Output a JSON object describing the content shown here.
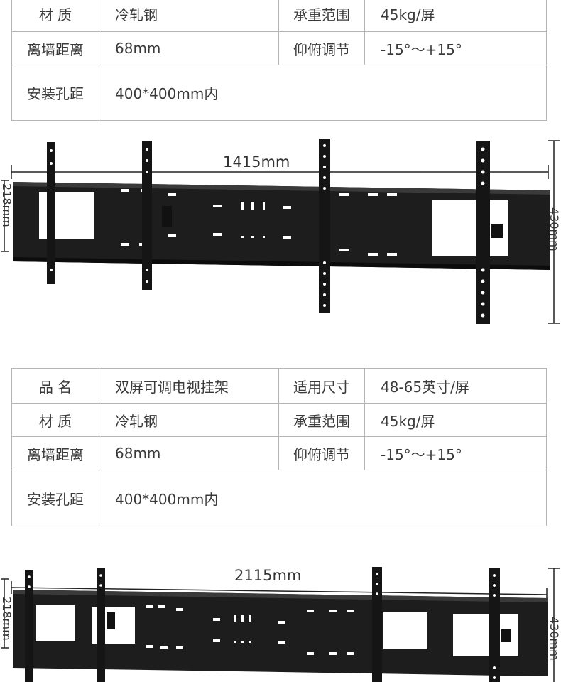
{
  "spec1": {
    "rows": [
      {
        "l1": "材 质",
        "v1": "冷轧钢",
        "l2": "承重范围",
        "v2": "45kg/屏"
      },
      {
        "l1": "离墙距离",
        "v1": "68mm",
        "l2": "仰俯调节",
        "v2": "-15°～+15°"
      }
    ],
    "install_label": "安装孔距",
    "install_value": "400*400mm内"
  },
  "diagram1": {
    "width_label": "1415mm",
    "height_left": "218mm",
    "height_right": "430mm"
  },
  "spec2": {
    "rows": [
      {
        "l1": "品 名",
        "v1": "双屏可调电视挂架",
        "l2": "适用尺寸",
        "v2": "48-65英寸/屏"
      },
      {
        "l1": "材 质",
        "v1": "冷轧钢",
        "l2": "承重范围",
        "v2": "45kg/屏"
      },
      {
        "l1": "离墙距离",
        "v1": "68mm",
        "l2": "仰俯调节",
        "v2": "-15°～+15°"
      }
    ],
    "install_label": "安装孔距",
    "install_value": "400*400mm内"
  },
  "diagram2": {
    "width_label": "2115mm",
    "height_left": "218mm",
    "height_right": "430mm"
  }
}
